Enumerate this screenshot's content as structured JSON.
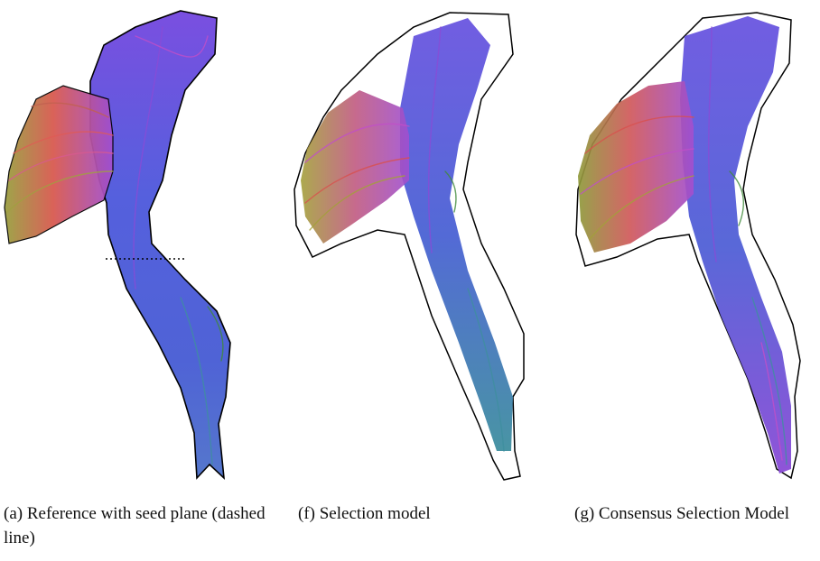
{
  "panels": [
    {
      "id": "a",
      "caption": "(a) Reference with seed plane (dashed line)"
    },
    {
      "id": "f",
      "caption": "(f) Selection model"
    },
    {
      "id": "g",
      "caption": "(g) Consensus Selection Model"
    }
  ],
  "colors": {
    "blue": "#4a4fd6",
    "violet": "#8a4bd6",
    "magenta": "#c04fc8",
    "red": "#d8504e",
    "olive": "#a3a03a",
    "green": "#3f8a3a",
    "teal": "#3f8f9f",
    "outline": "#000000"
  }
}
